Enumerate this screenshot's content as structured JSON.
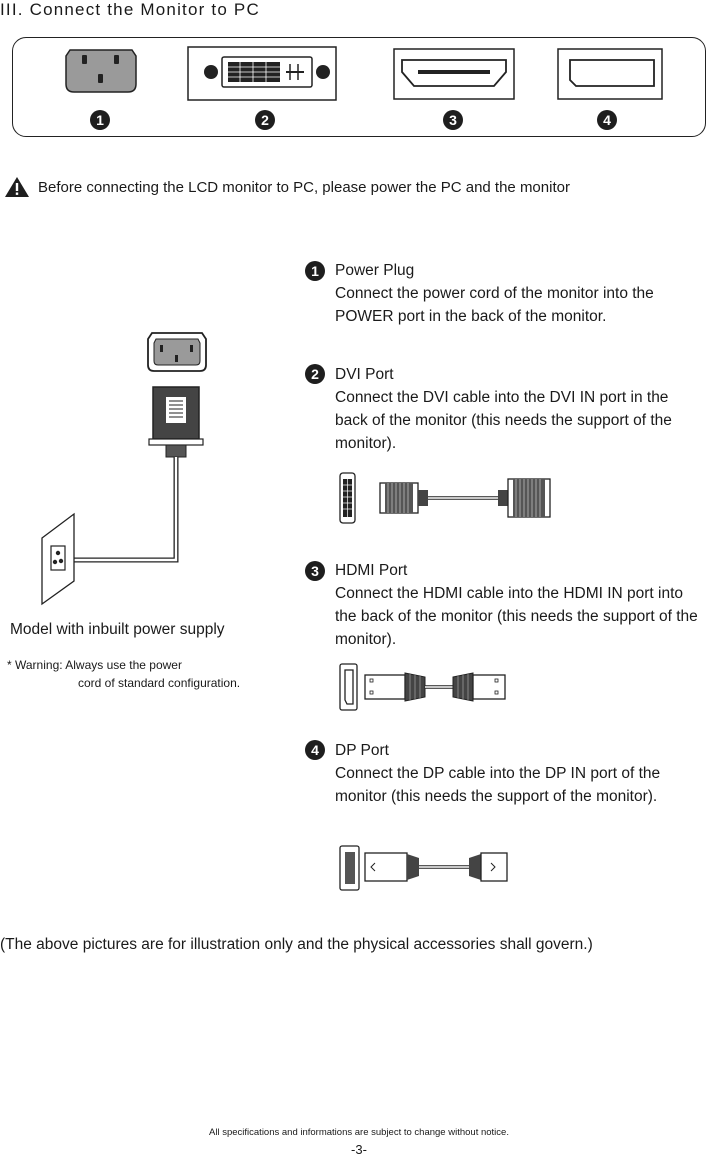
{
  "header": {
    "title": "III. Connect the Monitor to PC"
  },
  "ports_panel": {
    "badges": [
      "1",
      "2",
      "3",
      "4"
    ]
  },
  "warning": {
    "icon": "warning-triangle-icon",
    "text": "Before connecting the LCD monitor to PC, please power the PC and the monitor"
  },
  "items": [
    {
      "num": "1",
      "title": "Power Plug",
      "body": "Connect the power cord of the monitor into the POWER port in the back of the monitor."
    },
    {
      "num": "2",
      "title": "DVI Port",
      "body": "Connect the DVI cable into the DVI IN port in the back of the monitor (this needs the support of the monitor)."
    },
    {
      "num": "3",
      "title": "HDMI Port",
      "body": "Connect the HDMI cable into the HDMI IN port into the back of the monitor (this needs the support of the monitor)."
    },
    {
      "num": "4",
      "title": "DP Port",
      "body": "Connect the DP cable into the DP IN port of the monitor (this needs the support of the monitor)."
    }
  ],
  "power_illustration": {
    "label": "Model with inbuilt power supply",
    "note_line1": "* Warning: Always use the power",
    "note_line2": "cord of standard configuration."
  },
  "disclaimer": "(The above pictures are for illustration only and the physical accessories shall govern.)",
  "footer": {
    "notice": "All specifications and informations are subject to change without notice.",
    "page": "-3-"
  }
}
